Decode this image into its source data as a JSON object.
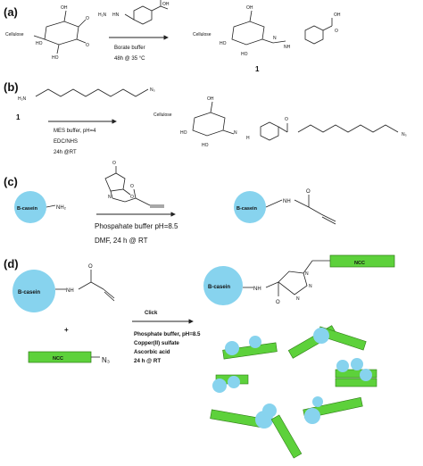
{
  "panels": {
    "a": {
      "label": "(a)",
      "cellulose": "Cellulose",
      "oh": "OH",
      "o": "O",
      "ho": "HO",
      "h2nhn": "H₂N",
      "hn": "HN",
      "nh": "NH",
      "n": "N",
      "cond1": "Borate buffer",
      "cond2": "48h @ 35 °C",
      "compound": "1"
    },
    "b": {
      "label": "(b)",
      "h2n": "H₂N",
      "n3": "N₃",
      "compound": "1",
      "cond1": "MES buffer, pH=4",
      "cond2": "EDC/NHS",
      "cond3": "24h @RT",
      "cellulose": "Cellulose",
      "oh": "OH",
      "ho": "HO",
      "n": "N",
      "h": "H",
      "o": "O"
    },
    "c": {
      "label": "(c)",
      "bcasein": "B-casein",
      "nh2": "NH₂",
      "o": "O",
      "n": "N",
      "nh": "NH",
      "cond1": "Phospahate buffer pH=8.5",
      "cond2": "DMF, 24 h @ RT"
    },
    "d": {
      "label": "(d)",
      "bcasein": "B-casein",
      "nh": "NH",
      "o": "O",
      "plus": "+",
      "ncc": "NCC",
      "n3": "N₃",
      "arrow_label": "Click",
      "cond1": "Phosphate buffer, pH=8.5",
      "cond2": "Copper(II) sulfate",
      "cond3": "Ascorbic acid",
      "cond4": "24 h @ RT",
      "n": "N"
    }
  },
  "colors": {
    "casein": "#87d3ee",
    "ncc": "#5dd13b",
    "ncc_stroke": "#2e7d16"
  }
}
